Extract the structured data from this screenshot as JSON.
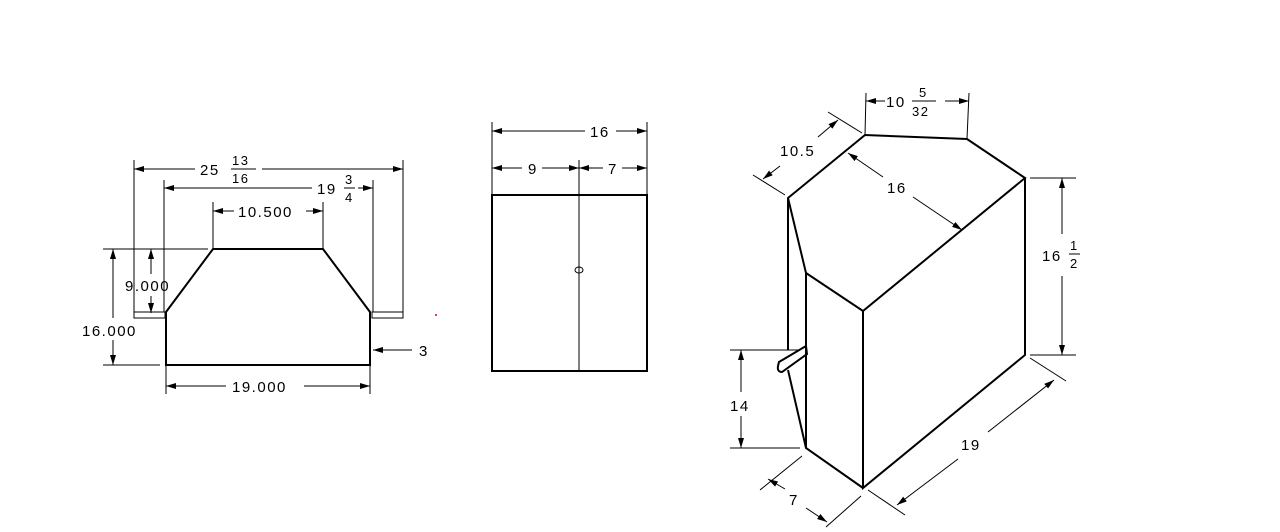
{
  "front_view": {
    "overall_width": {
      "whole": "25",
      "num": "13",
      "den": "16"
    },
    "pin_span": {
      "whole": "19",
      "num": "3",
      "den": "4"
    },
    "top_width": "10.500",
    "overall_height": "16.000",
    "lower_height": "9.000",
    "pin_length": "3",
    "base_width": "19.000"
  },
  "side_view": {
    "total_width": "16",
    "left_width": "9",
    "right_width": "7"
  },
  "iso_view": {
    "top_edge": {
      "whole": "10",
      "num": "5",
      "den": "32"
    },
    "bevel": "10.5",
    "depth": "16",
    "height": {
      "whole": "16",
      "num": "1",
      "den": "2"
    },
    "pin_height": "14",
    "small_width": "7",
    "length": "19"
  },
  "colors": {
    "line": "#000000",
    "mark": "#e00000"
  }
}
